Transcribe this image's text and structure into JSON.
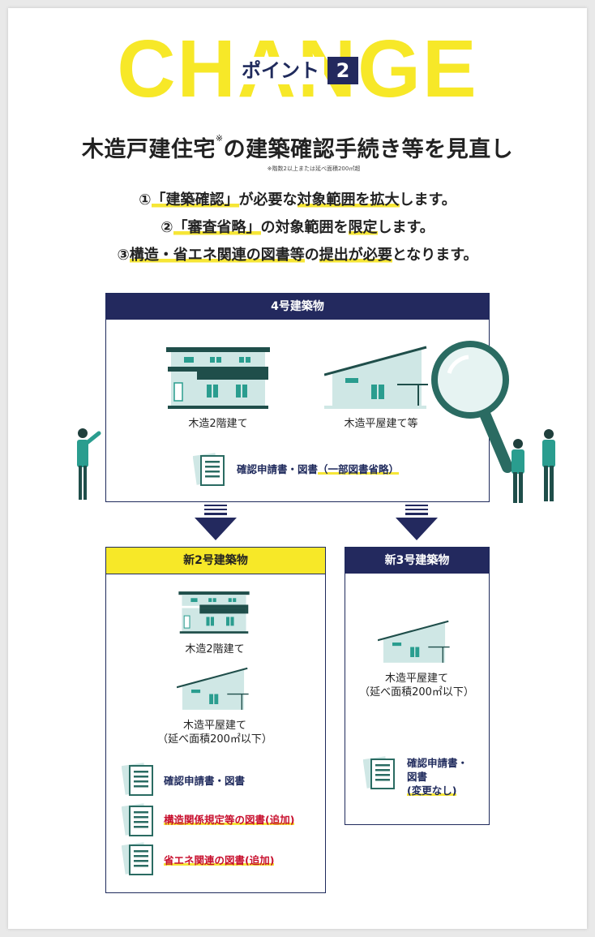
{
  "header": {
    "change_word": "CHANGE",
    "point_label": "ポイント",
    "point_number": "2"
  },
  "headline": {
    "main": "木造戸建住宅",
    "mark": "※",
    "rest": "の建築確認手続き等を見直し",
    "note": "※階数2以上または延べ面積200㎡超"
  },
  "points": [
    {
      "prefix": "①",
      "items": [
        {
          "t": "「建築確認」",
          "hl": true
        },
        {
          "t": "が必要な",
          "hl": false
        },
        {
          "t": "対象範囲を拡大",
          "hl": true
        },
        {
          "t": "します。",
          "hl": false
        }
      ]
    },
    {
      "prefix": "②",
      "items": [
        {
          "t": "「審査省略」",
          "hl": true
        },
        {
          "t": "の対象範囲を",
          "hl": false
        },
        {
          "t": "限定",
          "hl": true
        },
        {
          "t": "します。",
          "hl": false
        }
      ]
    },
    {
      "prefix": "③",
      "items": [
        {
          "t": "構造・省エネ関連の図書等",
          "hl": true
        },
        {
          "t": "の",
          "hl": false
        },
        {
          "t": "提出が必要",
          "hl": true
        },
        {
          "t": "となります。",
          "hl": false
        }
      ]
    }
  ],
  "box_top": {
    "title": "4号建築物",
    "house1": "木造2階建て",
    "house2": "木造平屋建て等",
    "doc_label_prefix": "確認申請書・図書",
    "doc_label_hl": "（一部図書省略）"
  },
  "box_left": {
    "title": "新2号建築物",
    "house1": "木造2階建て",
    "house2_line1": "木造平屋建て",
    "house2_line2": "（延べ面積200㎡以下）",
    "doc1": "確認申請書・図書",
    "doc2": "構造関係規定等の図書(追加)",
    "doc3": "省エネ関連の図書(追加)"
  },
  "box_right": {
    "title": "新3号建築物",
    "house_line1": "木造平屋建て",
    "house_line2": "（延べ面積200㎡以下）",
    "doc_line1": "確認申請書・",
    "doc_line2": "図書",
    "doc_line3": "(変更なし)"
  },
  "colors": {
    "navy": "#23295e",
    "yellow": "#f7e828",
    "teal": "#2a9d8f",
    "red": "#c8102e"
  }
}
